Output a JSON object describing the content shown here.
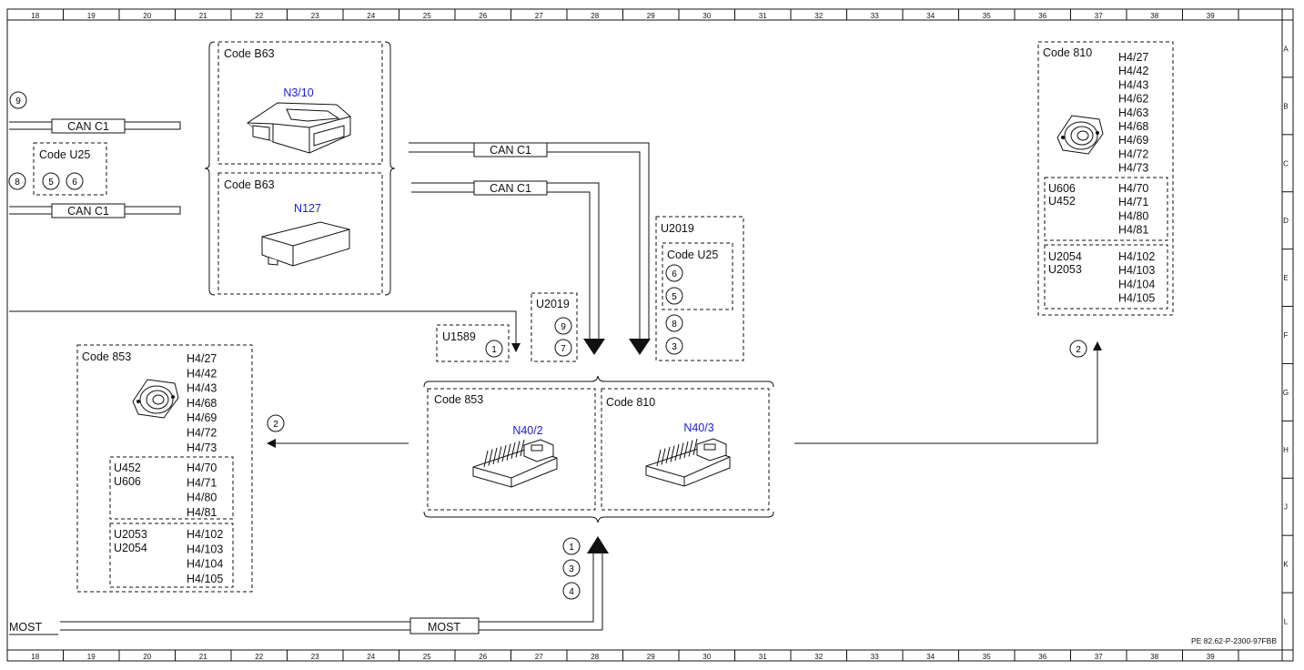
{
  "ruler": {
    "columns": [
      "18",
      "19",
      "20",
      "21",
      "22",
      "23",
      "24",
      "25",
      "26",
      "27",
      "28",
      "29",
      "30",
      "31",
      "32",
      "33",
      "34",
      "35",
      "36",
      "37",
      "38",
      "39"
    ],
    "rows": [
      "A",
      "B",
      "C",
      "D",
      "E",
      "F",
      "G",
      "H",
      "J",
      "K",
      "L"
    ]
  },
  "footer": {
    "doc_id": "PE 82.62-P-2300-97FBB"
  },
  "left_side": {
    "circle_top": "9",
    "circle_mid": "8",
    "bus_top": "CAN C1",
    "bus_bottom": "CAN C1",
    "code_u25": {
      "title": "Code U25",
      "pins": [
        "5",
        "6"
      ]
    }
  },
  "upper_group": {
    "top": {
      "code": "Code B63",
      "component": "N3/10"
    },
    "bottom": {
      "code": "Code B63",
      "component": "N127"
    }
  },
  "bus_labels": {
    "can_upper": "CAN C1",
    "can_lower": "CAN C1",
    "most_left": "MOST",
    "most_mid": "MOST"
  },
  "u1589": {
    "label": "U1589",
    "pin": "1"
  },
  "u2019_small": {
    "label": "U2019",
    "pins": [
      "9",
      "7"
    ]
  },
  "u2019_big": {
    "label": "U2019",
    "inner_code": "Code U25",
    "inner_pins": [
      "6",
      "5"
    ],
    "outer_pins": [
      "8",
      "3"
    ]
  },
  "amps": {
    "left": {
      "code": "Code 853",
      "component": "N40/2"
    },
    "right": {
      "code": "Code 810",
      "component": "N40/3"
    }
  },
  "bottom_pins": [
    "1",
    "3",
    "4"
  ],
  "speaker_left": {
    "arrow_pin": "2",
    "code": "Code 853",
    "group1": [
      "H4/27",
      "H4/42",
      "H4/43",
      "H4/68",
      "H4/69",
      "H4/72",
      "H4/73"
    ],
    "sub1": {
      "codes": [
        "U452",
        "U606"
      ],
      "items": [
        "H4/70",
        "H4/71",
        "H4/80",
        "H4/81"
      ]
    },
    "sub2": {
      "codes": [
        "U2053",
        "U2054"
      ],
      "items": [
        "H4/102",
        "H4/103",
        "H4/104",
        "H4/105"
      ]
    }
  },
  "speaker_right": {
    "arrow_pin": "2",
    "code": "Code 810",
    "group1": [
      "H4/27",
      "H4/42",
      "H4/43",
      "H4/62",
      "H4/63",
      "H4/68",
      "H4/69",
      "H4/72",
      "H4/73"
    ],
    "sub1": {
      "codes": [
        "U606",
        "U452"
      ],
      "items": [
        "H4/70",
        "H4/71",
        "H4/80",
        "H4/81"
      ]
    },
    "sub2": {
      "codes": [
        "U2054",
        "U2053"
      ],
      "items": [
        "H4/102",
        "H4/103",
        "H4/104",
        "H4/105"
      ]
    }
  }
}
